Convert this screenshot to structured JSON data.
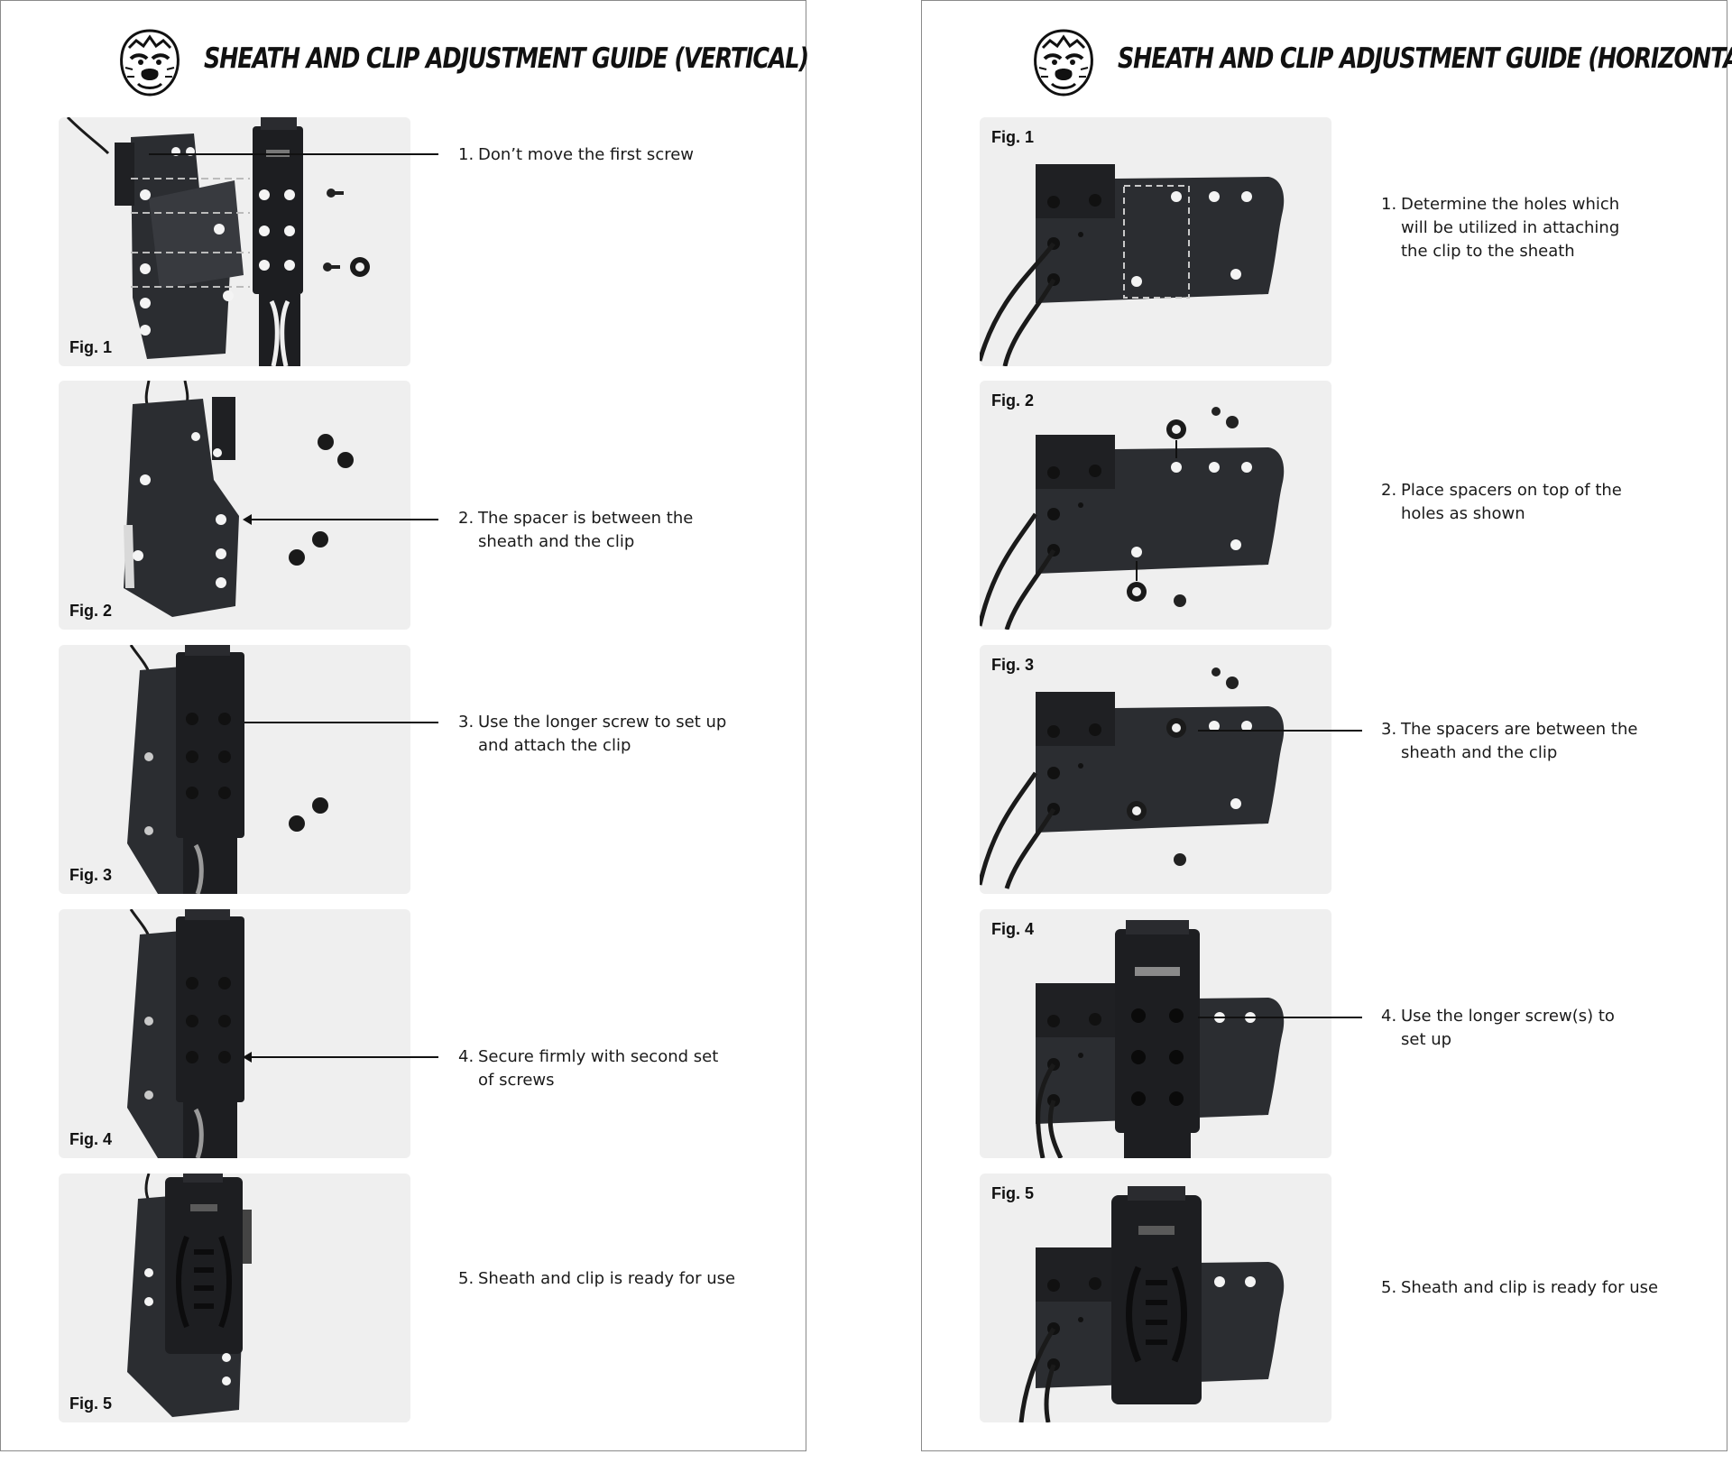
{
  "vertical": {
    "title": "SHEATH AND CLIP ADJUSTMENT GUIDE (VERTICAL)",
    "figures": [
      {
        "label": "Fig. 1",
        "step_number": "1.",
        "lines": [
          "Don’t move the first screw"
        ]
      },
      {
        "label": "Fig. 2",
        "step_number": "2.",
        "lines": [
          "The spacer is between the",
          "sheath and the clip"
        ]
      },
      {
        "label": "Fig. 3",
        "step_number": "3.",
        "lines": [
          "Use the longer screw to set up",
          "and attach the clip"
        ]
      },
      {
        "label": "Fig. 4",
        "step_number": "4.",
        "lines": [
          "Secure firmly with second set",
          "of screws"
        ]
      },
      {
        "label": "Fig. 5",
        "step_number": "5.",
        "lines": [
          "Sheath and clip is ready for use"
        ]
      }
    ]
  },
  "horizontal": {
    "title": "SHEATH AND CLIP ADJUSTMENT GUIDE (HORIZONTAL)",
    "figures": [
      {
        "label": "Fig. 1",
        "step_number": "1.",
        "lines": [
          "Determine the holes which",
          "will be utilized in attaching",
          "the clip to the sheath"
        ]
      },
      {
        "label": "Fig. 2",
        "step_number": "2.",
        "lines": [
          "Place spacers on top of the",
          "holes as shown"
        ]
      },
      {
        "label": "Fig. 3",
        "step_number": "3.",
        "lines": [
          "The spacers are between the",
          "sheath and the clip"
        ]
      },
      {
        "label": "Fig. 4",
        "step_number": "4.",
        "lines": [
          "Use the longer screw(s) to",
          "set up"
        ]
      },
      {
        "label": "Fig. 5",
        "step_number": "5.",
        "lines": [
          "Sheath and clip is ready for use"
        ]
      }
    ]
  },
  "colors": {
    "sheath": "#2b2d31",
    "sheath_edge": "#15161a",
    "hole": "#f4f4f4",
    "clip": "#1d1e21",
    "panel": "#efefef"
  }
}
